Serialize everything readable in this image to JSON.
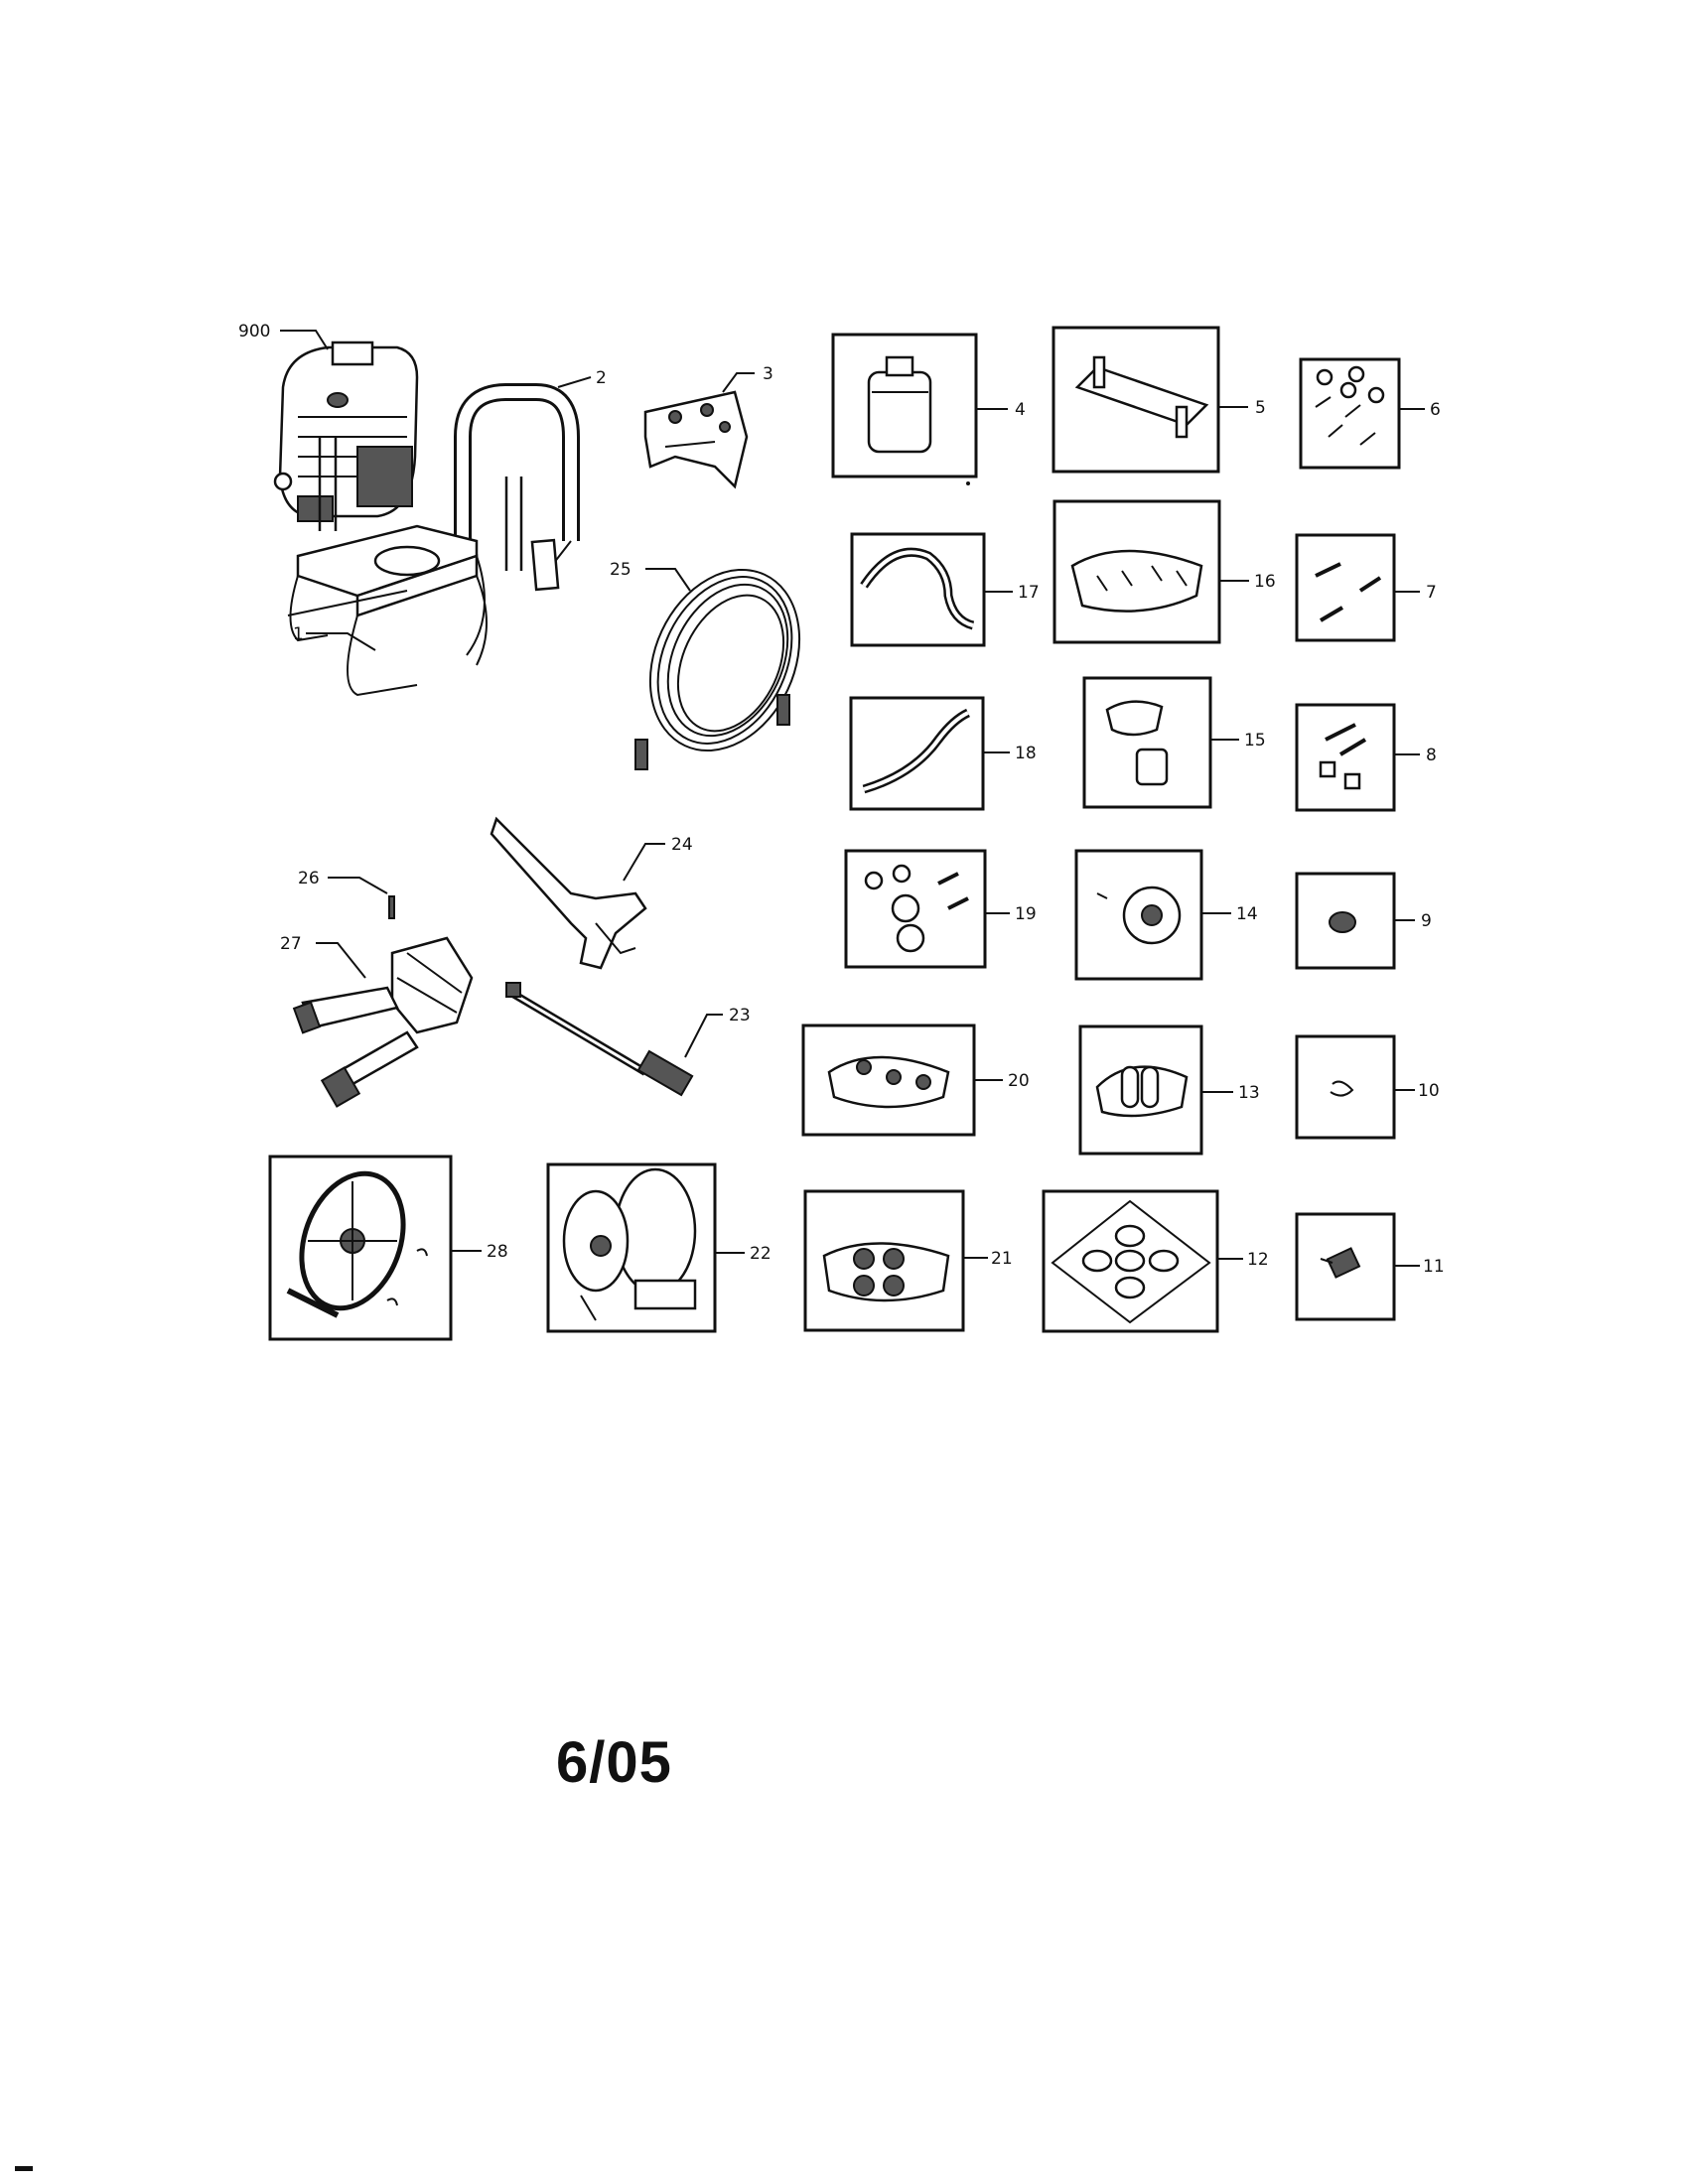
{
  "diagram": {
    "date_code": "6/05",
    "callouts": {
      "p900": "900",
      "p2": "2",
      "p3": "3",
      "p4": "4",
      "p5": "5",
      "p6": "6",
      "p1": "1",
      "p25": "25",
      "p17": "17",
      "p16": "16",
      "p7": "7",
      "p18": "18",
      "p15": "15",
      "p8": "8",
      "p24": "24",
      "p26": "26",
      "p19": "19",
      "p14": "14",
      "p9": "9",
      "p27": "27",
      "p23": "23",
      "p20": "20",
      "p13": "13",
      "p10": "10",
      "p28": "28",
      "p22": "22",
      "p21": "21",
      "p12": "12",
      "p11": "11"
    }
  }
}
